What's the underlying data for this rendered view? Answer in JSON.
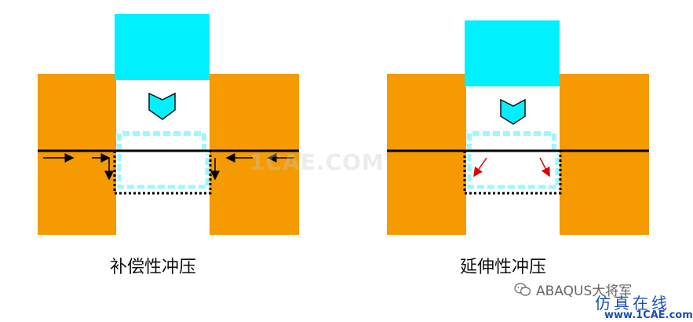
{
  "captions": {
    "left": "补偿性冲压",
    "right": "延伸性冲压"
  },
  "watermarks": {
    "center": "1CAE.COM",
    "account": "ABAQUS大将军",
    "stamp": "仿真在线",
    "site": "www.1CAE.com"
  },
  "colors": {
    "die": "#f59a00",
    "punch": "#00f0ff",
    "punch_dash": "#9ff6ff",
    "sheet": "#000000",
    "flow_arrow_left": "#000000",
    "flow_arrow_right": "#e00000"
  },
  "icons": {
    "wechat": "wechat-icon",
    "punch_direction": "pentagon-down-arrow-icon"
  }
}
